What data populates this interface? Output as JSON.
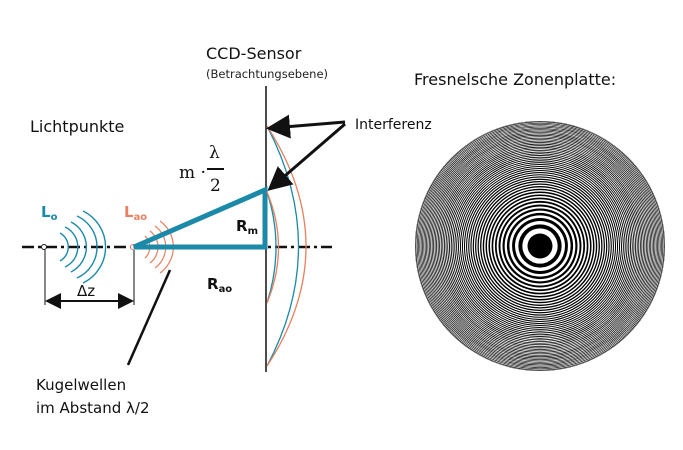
{
  "labels": {
    "ccd_title": "CCD-Sensor",
    "ccd_subtitle": "(Betrachtungsebene)",
    "fresnel_title": "Fresnelsche Zonenplatte:",
    "lichtpunkte": "Lichtpunkte",
    "interferenz": "Interferenz",
    "kugelwellen_line1": "Kugelwellen",
    "kugelwellen_line2": "im Abstand λ/2",
    "lo_main": "L",
    "lo_sub": "o",
    "lao_main": "L",
    "lao_sub": "ao",
    "rm_main": "R",
    "rm_sub": "m",
    "rao_main": "R",
    "rao_sub": "ao",
    "delta_z": "Δz",
    "formula_m": "m ·",
    "formula_num": "λ",
    "formula_den": "2"
  },
  "colors": {
    "blue": "#1a8aa8",
    "orange": "#e9805f",
    "black": "#111111"
  }
}
